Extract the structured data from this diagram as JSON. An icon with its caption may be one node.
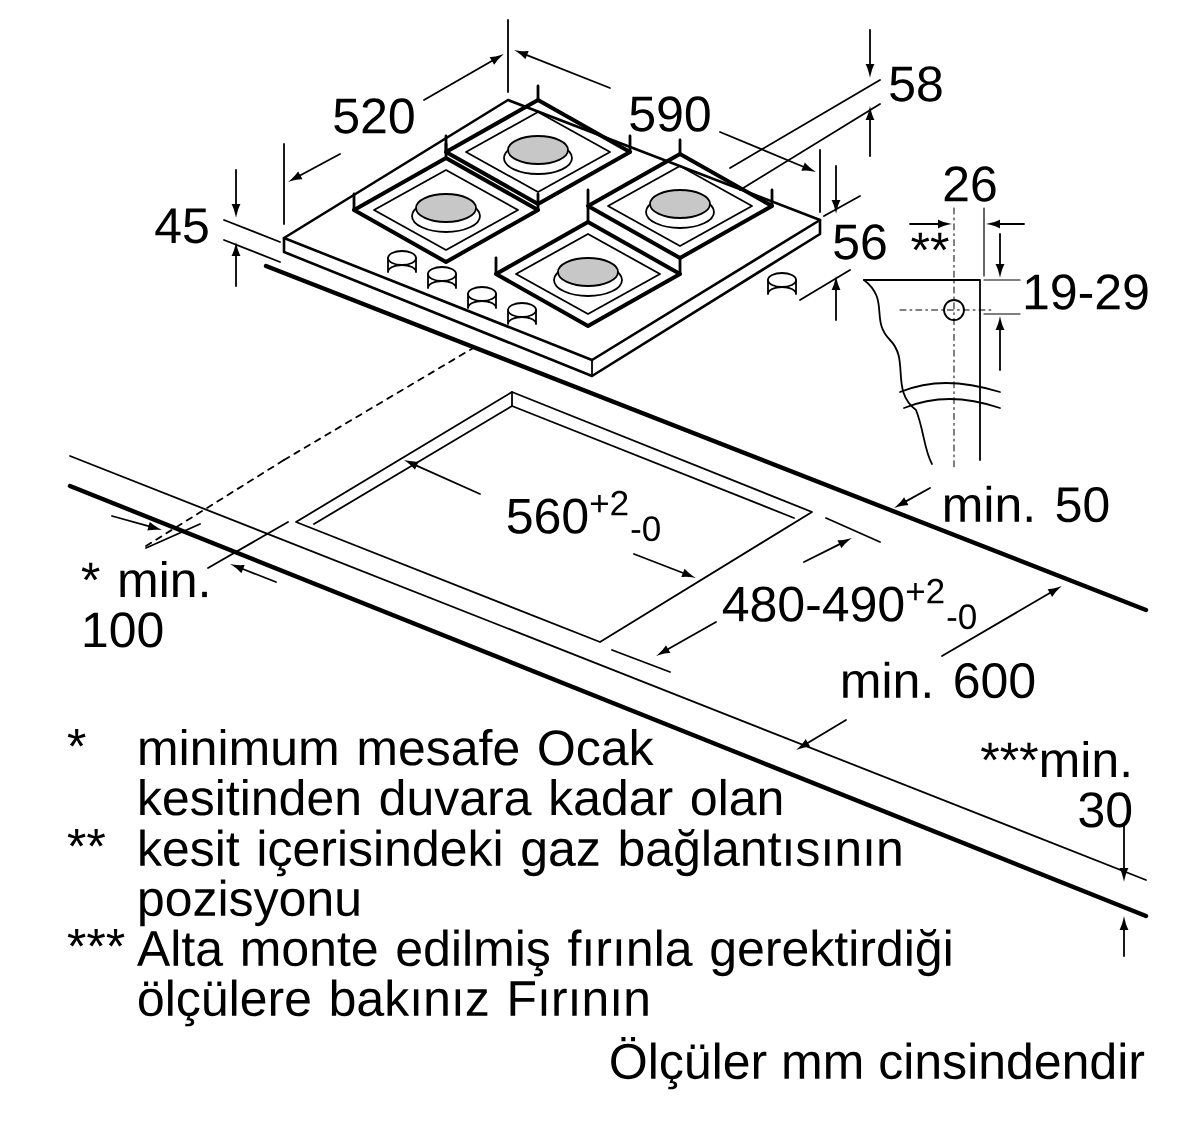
{
  "diagram": {
    "labels": [
      "520",
      "590",
      "58",
      "45",
      "56",
      "26",
      "**",
      "19-29",
      "560$^{+2}$$_{-0}$",
      "min. 50",
      "* min. 100",
      "480-490$^{+2}$$_{-0}$",
      "min. 600",
      "*",
      "minimum mesafe Ocak kesitinden duvara kadar olan",
      "***min. 30",
      "**",
      "kesit içerisindeki gaz bağlantısının pozisyonu",
      "***",
      "Alta monte edilmiş fırınla gerektirdiği ölçülere bakınız Fırının",
      "Ölçüler mm cinsindendir"
    ]
  }
}
